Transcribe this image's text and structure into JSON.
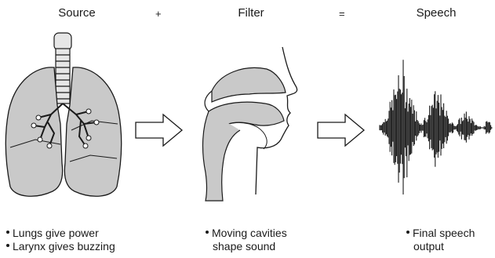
{
  "headers": {
    "source": "Source",
    "plus": "+",
    "filter": "Filter",
    "equals": "=",
    "speech": "Speech"
  },
  "captions": {
    "source": [
      "Lungs give power",
      "Larynx gives buzzing"
    ],
    "filter": [
      "Moving cavities",
      "shape sound"
    ],
    "speech": [
      "Final speech",
      "output"
    ]
  },
  "colors": {
    "organ_fill": "#c9c9c9",
    "line": "#1a1a1a",
    "arrow_fill": "#ffffff"
  }
}
